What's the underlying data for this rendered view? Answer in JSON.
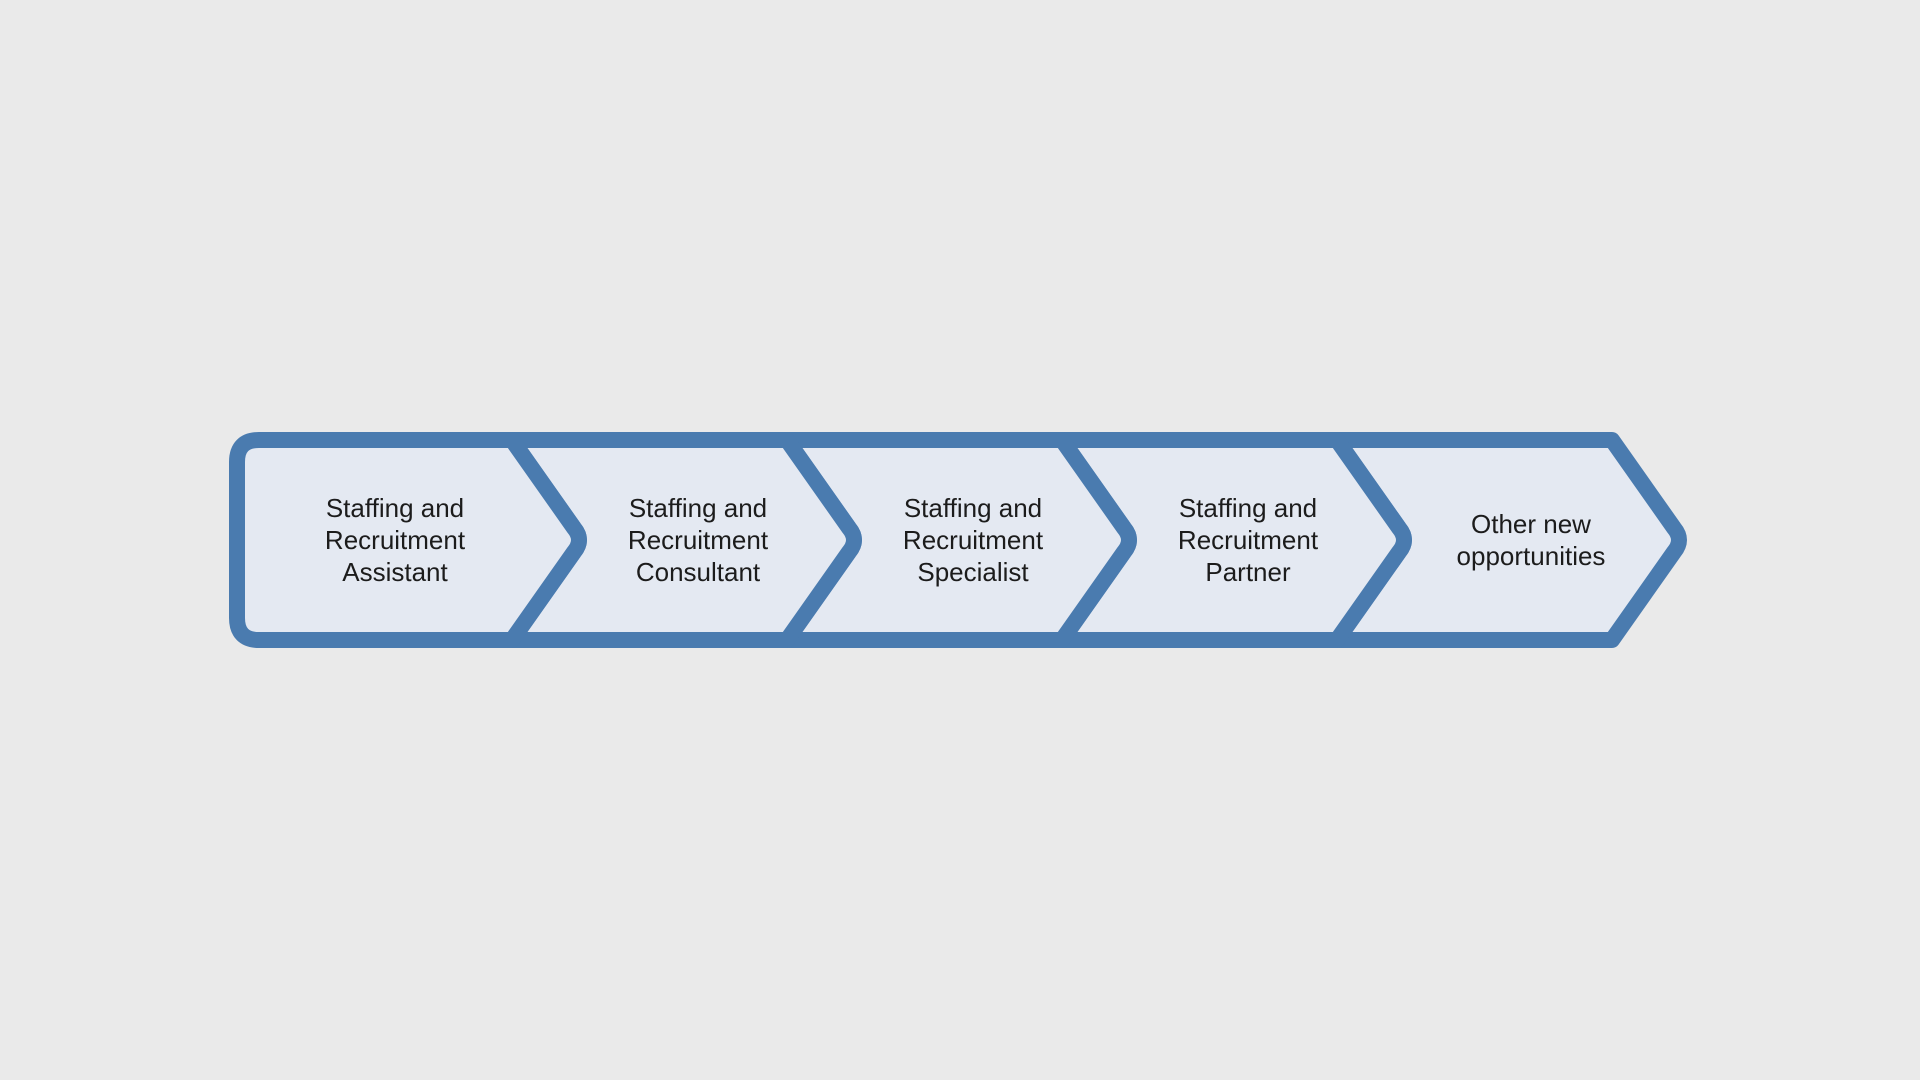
{
  "diagram": {
    "type": "process-chevron",
    "colors": {
      "background": "#EAEAEA",
      "fill": "#E4E9F2",
      "stroke": "#4A7BAF",
      "text": "#1C1C1C"
    },
    "steps": [
      {
        "lines": [
          "Staffing and",
          "Recruitment",
          "Assistant"
        ]
      },
      {
        "lines": [
          "Staffing and",
          "Recruitment",
          "Consultant"
        ]
      },
      {
        "lines": [
          "Staffing and",
          "Recruitment",
          "Specialist"
        ]
      },
      {
        "lines": [
          "Staffing and",
          "Recruitment",
          "Partner"
        ]
      },
      {
        "lines": [
          "Other new",
          "opportunities"
        ]
      }
    ]
  }
}
